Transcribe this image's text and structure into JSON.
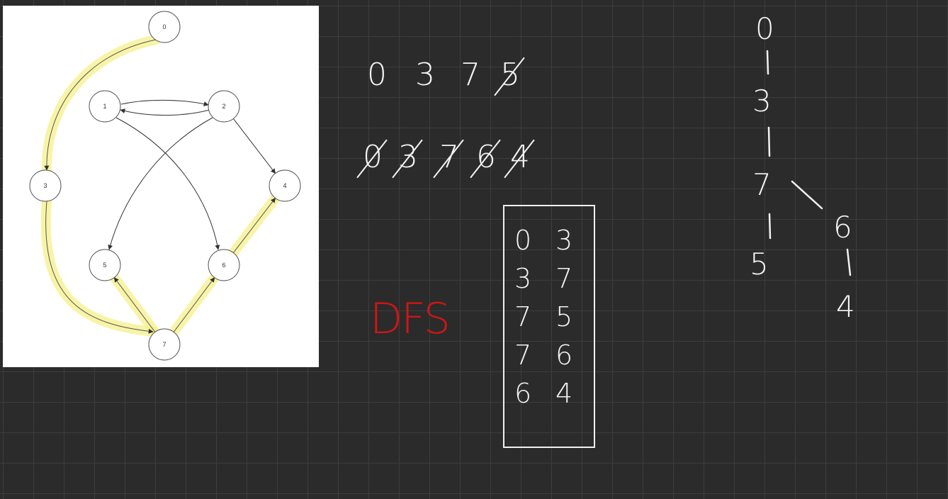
{
  "graph": {
    "nodes": [
      {
        "id": "0",
        "label": "0"
      },
      {
        "id": "1",
        "label": "1"
      },
      {
        "id": "2",
        "label": "2"
      },
      {
        "id": "3",
        "label": "3"
      },
      {
        "id": "4",
        "label": "4"
      },
      {
        "id": "5",
        "label": "5"
      },
      {
        "id": "6",
        "label": "6"
      },
      {
        "id": "7",
        "label": "7"
      }
    ],
    "edges": [
      {
        "from": "0",
        "to": "3",
        "highlighted": true
      },
      {
        "from": "3",
        "to": "7",
        "highlighted": true
      },
      {
        "from": "7",
        "to": "5",
        "highlighted": true
      },
      {
        "from": "7",
        "to": "6",
        "highlighted": true
      },
      {
        "from": "6",
        "to": "4",
        "highlighted": true
      },
      {
        "from": "1",
        "to": "2",
        "highlighted": false
      },
      {
        "from": "2",
        "to": "1",
        "highlighted": false
      },
      {
        "from": "1",
        "to": "6",
        "highlighted": false
      },
      {
        "from": "2",
        "to": "5",
        "highlighted": false
      },
      {
        "from": "2",
        "to": "4",
        "highlighted": false
      }
    ],
    "highlight_color": "#f5f08a"
  },
  "sequence_1": {
    "digits": [
      "0",
      "3",
      "7",
      "5"
    ],
    "struck": [
      false,
      false,
      false,
      true
    ]
  },
  "sequence_2": {
    "digits": [
      "0",
      "3",
      "7",
      "6",
      "4"
    ],
    "struck": [
      true,
      true,
      true,
      true,
      true
    ]
  },
  "dfs_label": "DFS",
  "dfs_label_color": "#d01515",
  "dfs_table": {
    "rows": [
      [
        "0",
        "3"
      ],
      [
        "3",
        "7"
      ],
      [
        "7",
        "5"
      ],
      [
        "7",
        "6"
      ],
      [
        "6",
        "4"
      ]
    ]
  },
  "dfs_tree": {
    "nodes": [
      "0",
      "3",
      "7",
      "5",
      "6",
      "4"
    ],
    "edges": [
      [
        "0",
        "3"
      ],
      [
        "3",
        "7"
      ],
      [
        "7",
        "5"
      ],
      [
        "7",
        "6"
      ],
      [
        "6",
        "4"
      ]
    ]
  }
}
